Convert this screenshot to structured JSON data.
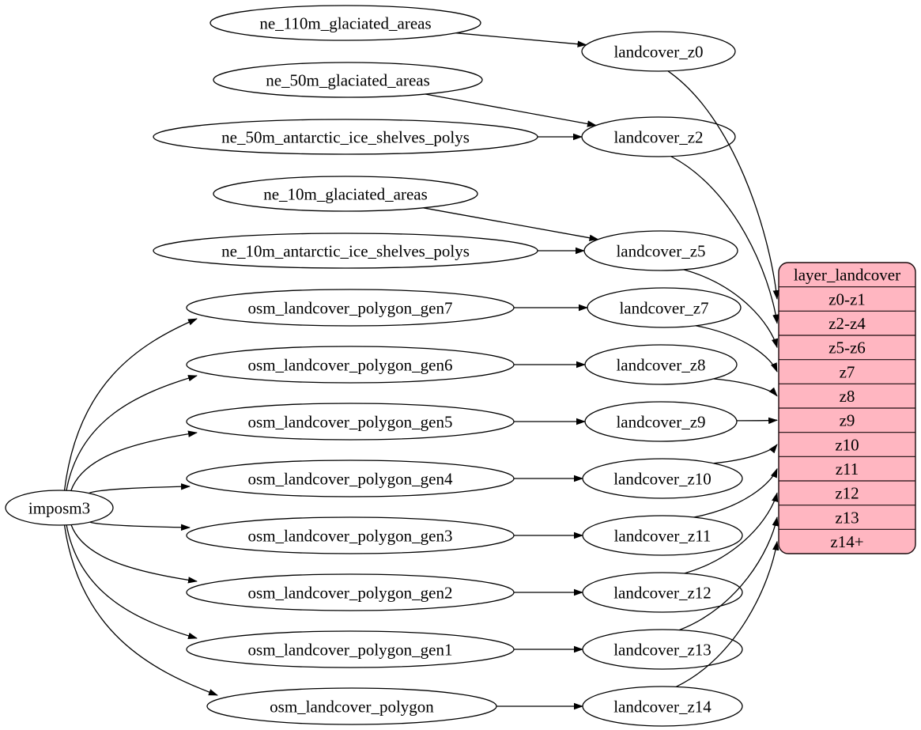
{
  "diagram": {
    "background": "#ffffff",
    "edge_color": "#000000",
    "node_fill": "#ffffff",
    "node_stroke": "#000000",
    "text_color": "#000000",
    "nodes": [
      {
        "id": "imposm3",
        "label": "imposm3"
      },
      {
        "id": "ne_110m_glaciated_areas",
        "label": "ne_110m_glaciated_areas"
      },
      {
        "id": "ne_50m_glaciated_areas",
        "label": "ne_50m_glaciated_areas"
      },
      {
        "id": "ne_50m_antarctic_ice_shelves_polys",
        "label": "ne_50m_antarctic_ice_shelves_polys"
      },
      {
        "id": "ne_10m_glaciated_areas",
        "label": "ne_10m_glaciated_areas"
      },
      {
        "id": "ne_10m_antarctic_ice_shelves_polys",
        "label": "ne_10m_antarctic_ice_shelves_polys"
      },
      {
        "id": "osm_landcover_polygon_gen7",
        "label": "osm_landcover_polygon_gen7"
      },
      {
        "id": "osm_landcover_polygon_gen6",
        "label": "osm_landcover_polygon_gen6"
      },
      {
        "id": "osm_landcover_polygon_gen5",
        "label": "osm_landcover_polygon_gen5"
      },
      {
        "id": "osm_landcover_polygon_gen4",
        "label": "osm_landcover_polygon_gen4"
      },
      {
        "id": "osm_landcover_polygon_gen3",
        "label": "osm_landcover_polygon_gen3"
      },
      {
        "id": "osm_landcover_polygon_gen2",
        "label": "osm_landcover_polygon_gen2"
      },
      {
        "id": "osm_landcover_polygon_gen1",
        "label": "osm_landcover_polygon_gen1"
      },
      {
        "id": "osm_landcover_polygon",
        "label": "osm_landcover_polygon"
      },
      {
        "id": "landcover_z0",
        "label": "landcover_z0"
      },
      {
        "id": "landcover_z2",
        "label": "landcover_z2"
      },
      {
        "id": "landcover_z5",
        "label": "landcover_z5"
      },
      {
        "id": "landcover_z7",
        "label": "landcover_z7"
      },
      {
        "id": "landcover_z8",
        "label": "landcover_z8"
      },
      {
        "id": "landcover_z9",
        "label": "landcover_z9"
      },
      {
        "id": "landcover_z10",
        "label": "landcover_z10"
      },
      {
        "id": "landcover_z11",
        "label": "landcover_z11"
      },
      {
        "id": "landcover_z12",
        "label": "landcover_z12"
      },
      {
        "id": "landcover_z13",
        "label": "landcover_z13"
      },
      {
        "id": "landcover_z14",
        "label": "landcover_z14"
      }
    ],
    "edges": [
      {
        "from": "ne_110m_glaciated_areas",
        "to": "landcover_z0"
      },
      {
        "from": "ne_50m_glaciated_areas",
        "to": "landcover_z2"
      },
      {
        "from": "ne_50m_antarctic_ice_shelves_polys",
        "to": "landcover_z2"
      },
      {
        "from": "ne_10m_glaciated_areas",
        "to": "landcover_z5"
      },
      {
        "from": "ne_10m_antarctic_ice_shelves_polys",
        "to": "landcover_z5"
      },
      {
        "from": "imposm3",
        "to": "osm_landcover_polygon_gen7"
      },
      {
        "from": "imposm3",
        "to": "osm_landcover_polygon_gen6"
      },
      {
        "from": "imposm3",
        "to": "osm_landcover_polygon_gen5"
      },
      {
        "from": "imposm3",
        "to": "osm_landcover_polygon_gen4"
      },
      {
        "from": "imposm3",
        "to": "osm_landcover_polygon_gen3"
      },
      {
        "from": "imposm3",
        "to": "osm_landcover_polygon_gen2"
      },
      {
        "from": "imposm3",
        "to": "osm_landcover_polygon_gen1"
      },
      {
        "from": "imposm3",
        "to": "osm_landcover_polygon"
      },
      {
        "from": "osm_landcover_polygon_gen7",
        "to": "landcover_z7"
      },
      {
        "from": "osm_landcover_polygon_gen6",
        "to": "landcover_z8"
      },
      {
        "from": "osm_landcover_polygon_gen5",
        "to": "landcover_z9"
      },
      {
        "from": "osm_landcover_polygon_gen4",
        "to": "landcover_z10"
      },
      {
        "from": "osm_landcover_polygon_gen3",
        "to": "landcover_z11"
      },
      {
        "from": "osm_landcover_polygon_gen2",
        "to": "landcover_z12"
      },
      {
        "from": "osm_landcover_polygon_gen1",
        "to": "landcover_z13"
      },
      {
        "from": "osm_landcover_polygon",
        "to": "landcover_z14"
      },
      {
        "from": "landcover_z0",
        "to": "row:z0-z1"
      },
      {
        "from": "landcover_z2",
        "to": "row:z2-z4"
      },
      {
        "from": "landcover_z5",
        "to": "row:z5-z6"
      },
      {
        "from": "landcover_z7",
        "to": "row:z7"
      },
      {
        "from": "landcover_z8",
        "to": "row:z8"
      },
      {
        "from": "landcover_z9",
        "to": "row:z9"
      },
      {
        "from": "landcover_z10",
        "to": "row:z10"
      },
      {
        "from": "landcover_z11",
        "to": "row:z11"
      },
      {
        "from": "landcover_z12",
        "to": "row:z12"
      },
      {
        "from": "landcover_z13",
        "to": "row:z13"
      },
      {
        "from": "landcover_z14",
        "to": "row:z14+"
      }
    ],
    "table": {
      "title": "layer_landcover",
      "fill": "#ffb6c1",
      "stroke": "#1a0a0d",
      "rows": [
        "z0-z1",
        "z2-z4",
        "z5-z6",
        "z7",
        "z8",
        "z9",
        "z10",
        "z11",
        "z12",
        "z13",
        "z14+"
      ]
    }
  }
}
